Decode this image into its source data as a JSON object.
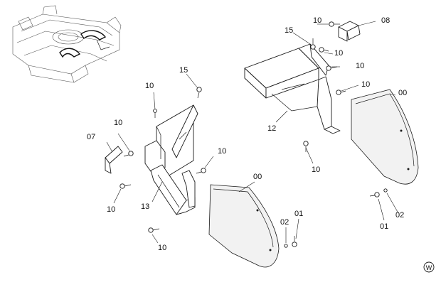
{
  "callouts": [
    {
      "id": "c-08",
      "text": "08"
    },
    {
      "id": "c-10a",
      "text": "10"
    },
    {
      "id": "c-15a",
      "text": "15"
    },
    {
      "id": "c-10b",
      "text": "10"
    },
    {
      "id": "c-10c",
      "text": "10"
    },
    {
      "id": "c-10d",
      "text": "10"
    },
    {
      "id": "c-00a",
      "text": "00"
    },
    {
      "id": "c-12",
      "text": "12"
    },
    {
      "id": "c-10e",
      "text": "10"
    },
    {
      "id": "c-15b",
      "text": "15"
    },
    {
      "id": "c-10f",
      "text": "10"
    },
    {
      "id": "c-07",
      "text": "07"
    },
    {
      "id": "c-10g",
      "text": "10"
    },
    {
      "id": "c-10h",
      "text": "10"
    },
    {
      "id": "c-00b",
      "text": "00"
    },
    {
      "id": "c-10i",
      "text": "10"
    },
    {
      "id": "c-13",
      "text": "13"
    },
    {
      "id": "c-10j",
      "text": "10"
    },
    {
      "id": "c-01a",
      "text": "01"
    },
    {
      "id": "c-02a",
      "text": "02"
    },
    {
      "id": "c-01b",
      "text": "01"
    },
    {
      "id": "c-02b",
      "text": "02"
    }
  ],
  "badge": {
    "text": "W"
  }
}
